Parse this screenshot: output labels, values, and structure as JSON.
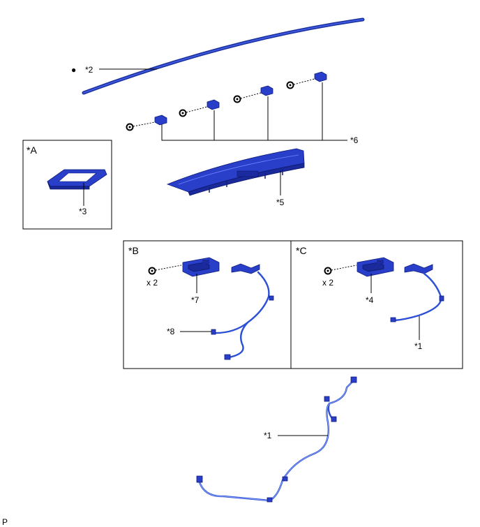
{
  "labels": {
    "l1_lower": "*1",
    "l1_boxc": "*1",
    "l2": "*2",
    "l3": "*3",
    "l4": "*4",
    "l5": "*5",
    "l6": "*6",
    "l7": "*7",
    "l8": "*8"
  },
  "boxes": {
    "a": "*A",
    "b": "*B",
    "c": "*C"
  },
  "qty": {
    "b": "x 2",
    "c": "x 2"
  },
  "corner_mark": "P",
  "bullet": "●",
  "colors": {
    "part": "#2a3fc9",
    "wire": "#2b4fd6"
  }
}
